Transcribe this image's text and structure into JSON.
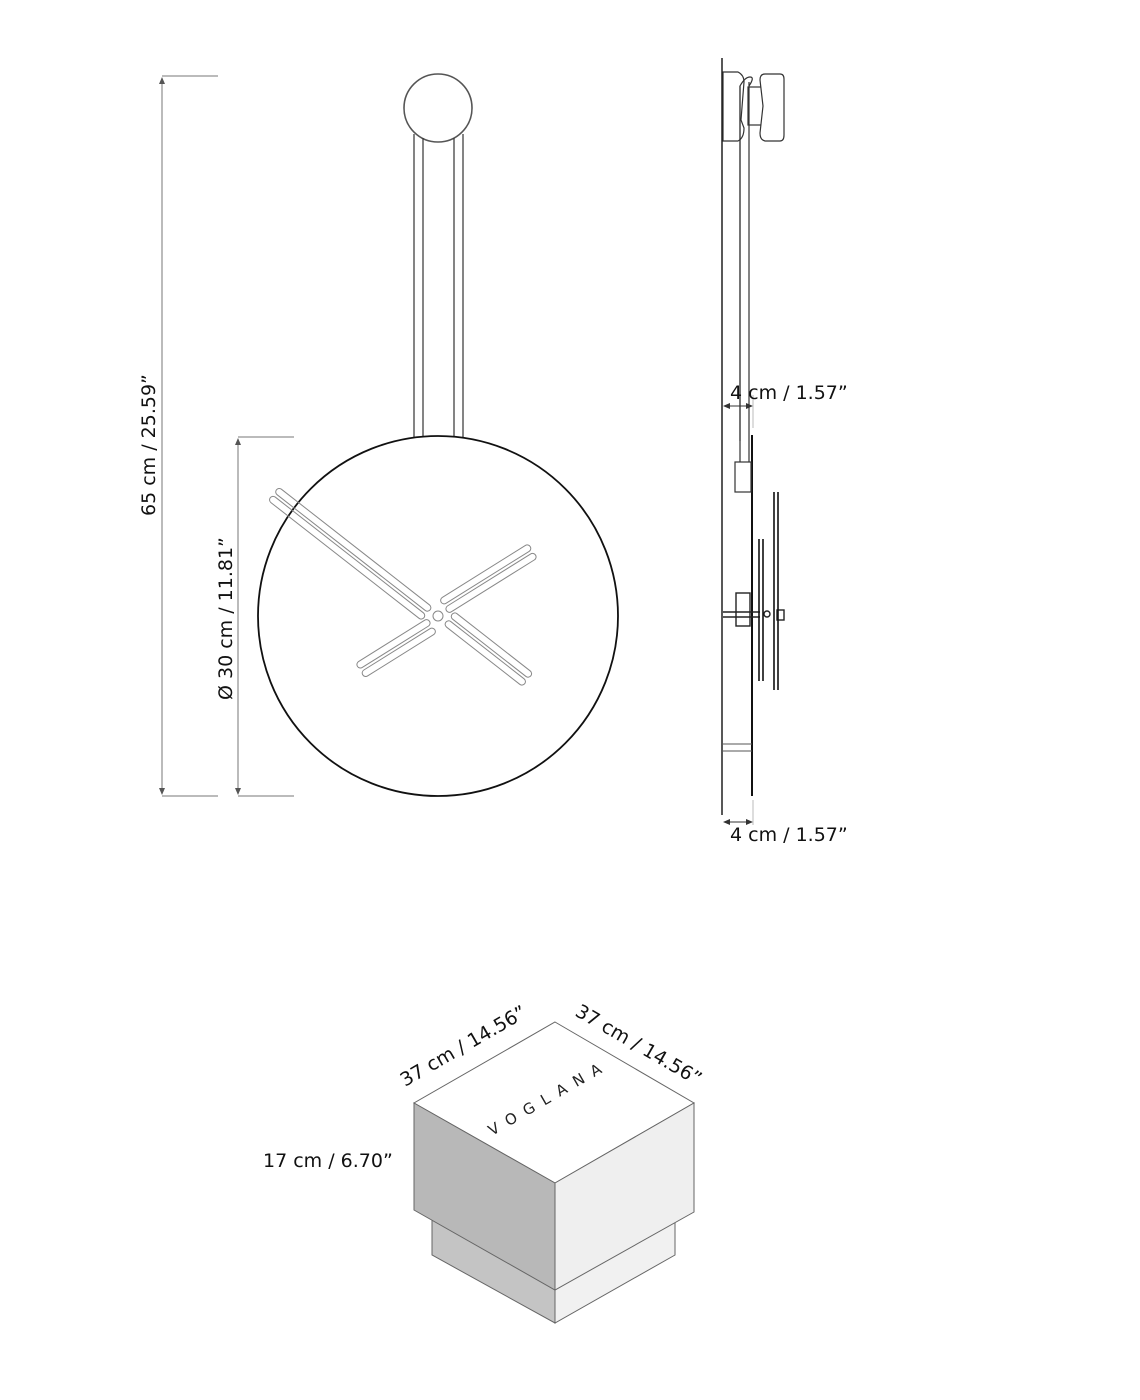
{
  "front_view": {
    "total_height_label": "65 cm / 25.59”",
    "diameter_label": "Ø 30 cm / 11.81”"
  },
  "side_view": {
    "depth_top_label": "4 cm / 1.57”",
    "depth_bottom_label": "4 cm / 1.57”"
  },
  "package": {
    "width_label": "37 cm / 14.56”",
    "depth_label": "37 cm / 14.56”",
    "height_label": "17 cm / 6.70”",
    "brand": "VOGLANA",
    "colors": {
      "top": "#ffffff",
      "left": "#b8b8b8",
      "right": "#efefef",
      "base_left": "#c4c4c4",
      "base_right": "#f1f1f1"
    }
  }
}
